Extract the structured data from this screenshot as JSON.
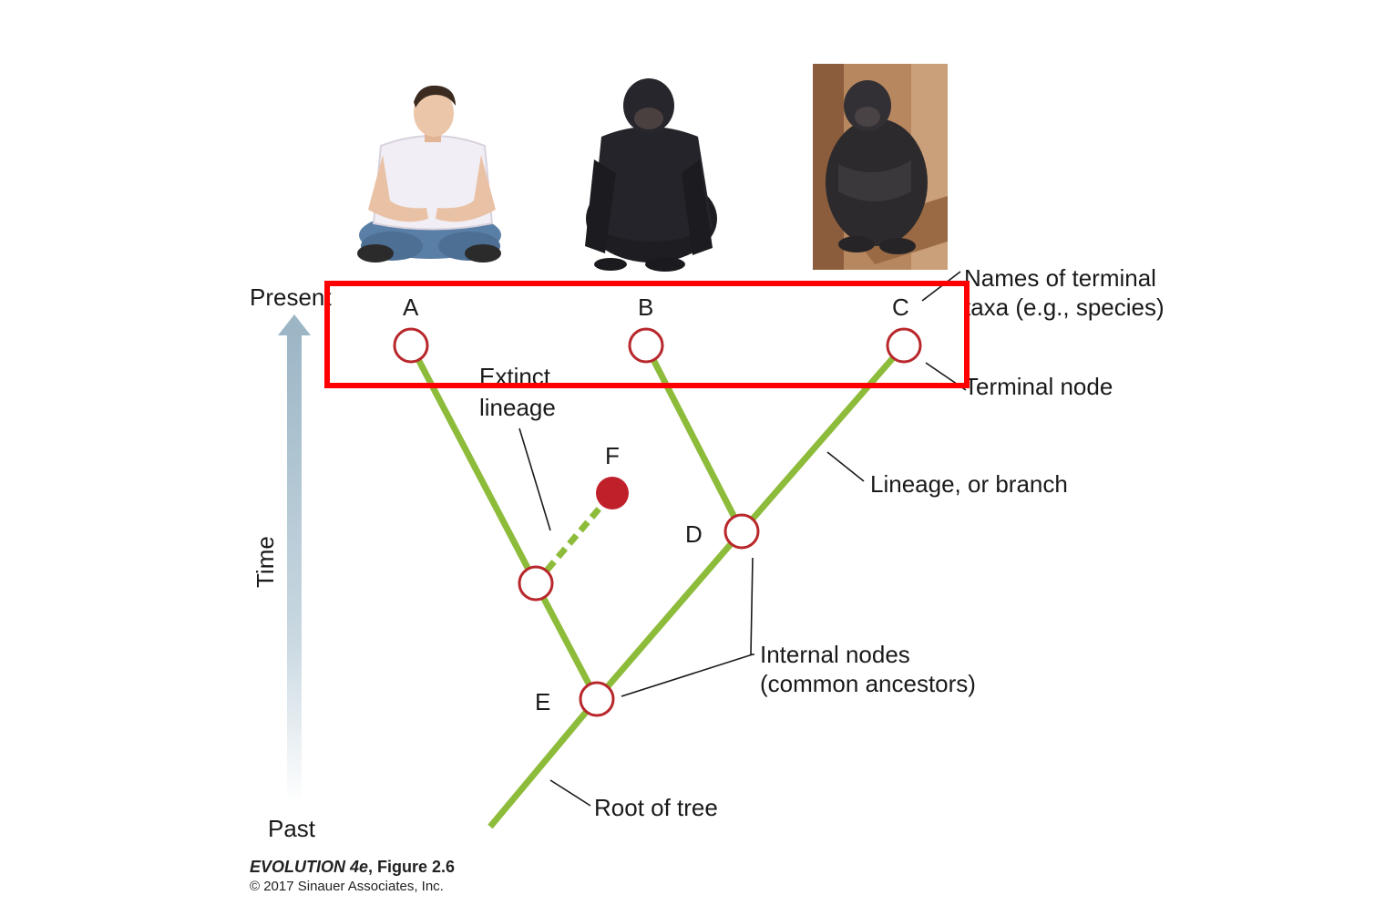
{
  "diagram": {
    "axis": {
      "present": "Present",
      "past": "Past",
      "time": "Time"
    },
    "nodes": {
      "a": "A",
      "b": "B",
      "c": "C",
      "d": "D",
      "e": "E",
      "f": "F"
    },
    "annotations": {
      "terminal_taxa_line1": "Names of terminal",
      "terminal_taxa_line2": "taxa (e.g., species)",
      "terminal_node": "Terminal node",
      "extinct_line1": "Extinct",
      "extinct_line2": "lineage",
      "lineage_branch": "Lineage, or branch",
      "internal_nodes_line1": "Internal nodes",
      "internal_nodes_line2": "(common ancestors)",
      "root": "Root of tree"
    },
    "credit": {
      "title": "EVOLUTION 4e",
      "figure": ", Figure 2.6",
      "copyright": "© 2017 Sinauer Associates, Inc."
    },
    "images": {
      "human": "human-photo",
      "chimpanzee": "chimpanzee-photo",
      "bonobo": "bonobo-photo"
    },
    "colors": {
      "branch": "#8dbb3a",
      "node_stroke": "#b8272c",
      "extinct_node": "#c0202a",
      "time_arrow": "#a9c1d0",
      "highlight_box": "#ff0000"
    }
  }
}
